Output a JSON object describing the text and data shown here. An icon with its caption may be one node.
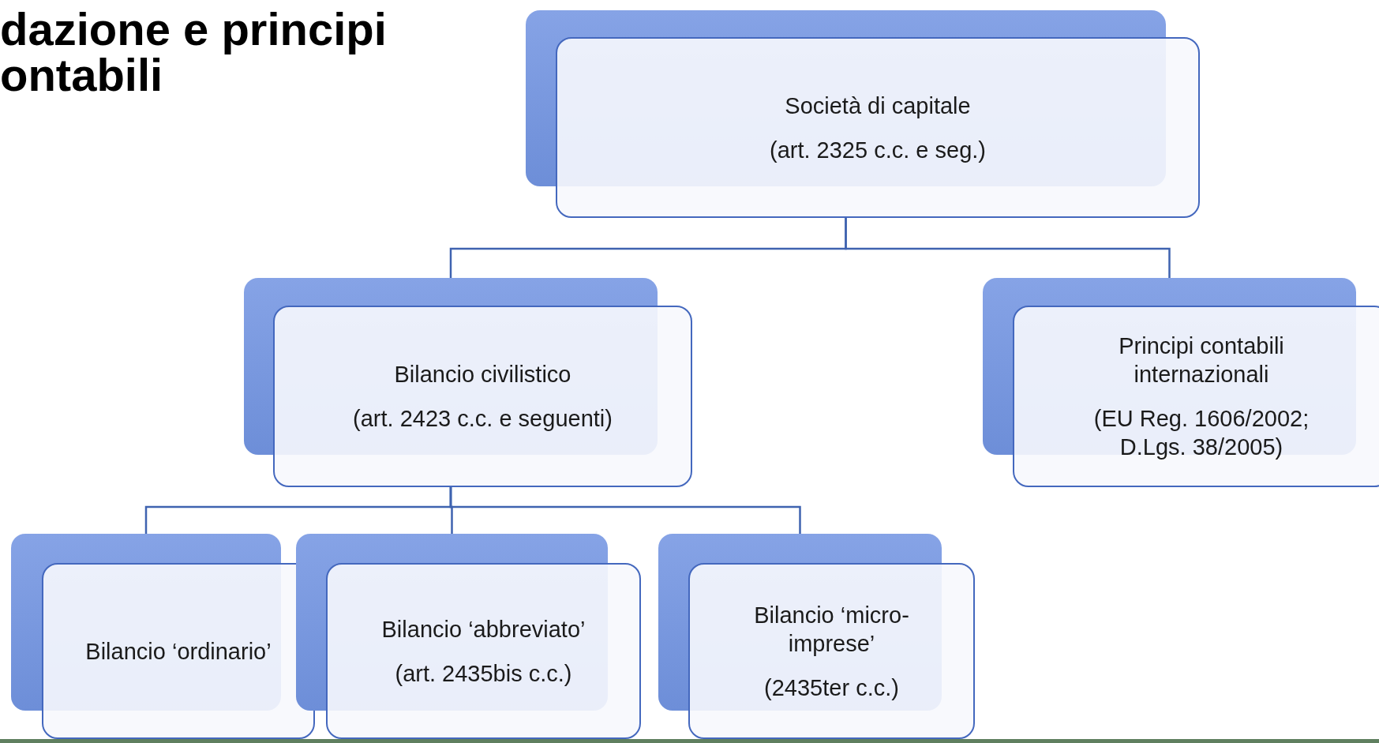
{
  "diagram": {
    "title": "dazione e principi ontabili",
    "nodes": [
      {
        "text": [
          "Società di capitale",
          "(art. 2325 c.c. e seg.)"
        ]
      },
      {
        "text": [
          "Bilancio civilistico",
          "(art. 2423 c.c. e seguenti)"
        ]
      },
      {
        "text": [
          "Principi contabili internazionali",
          "(EU Reg. 1606/2002; D.Lgs. 38/2005)"
        ]
      },
      {
        "text": [
          "Bilancio ‘ordinario’"
        ]
      },
      {
        "text": [
          "Bilancio ‘abbreviato’",
          "(art. 2435bis c.c.)"
        ]
      },
      {
        "text": [
          "Bilancio ‘micro-imprese’",
          "(2435ter c.c.)"
        ]
      }
    ],
    "edges": [
      {
        "from": 0,
        "to": 1,
        "arrow": "none"
      },
      {
        "from": 0,
        "to": 2,
        "arrow": "none"
      },
      {
        "from": 1,
        "to": 3,
        "arrow": "none"
      },
      {
        "from": 1,
        "to": 4,
        "arrow": "none"
      },
      {
        "from": 1,
        "to": 5,
        "arrow": "none"
      }
    ]
  }
}
